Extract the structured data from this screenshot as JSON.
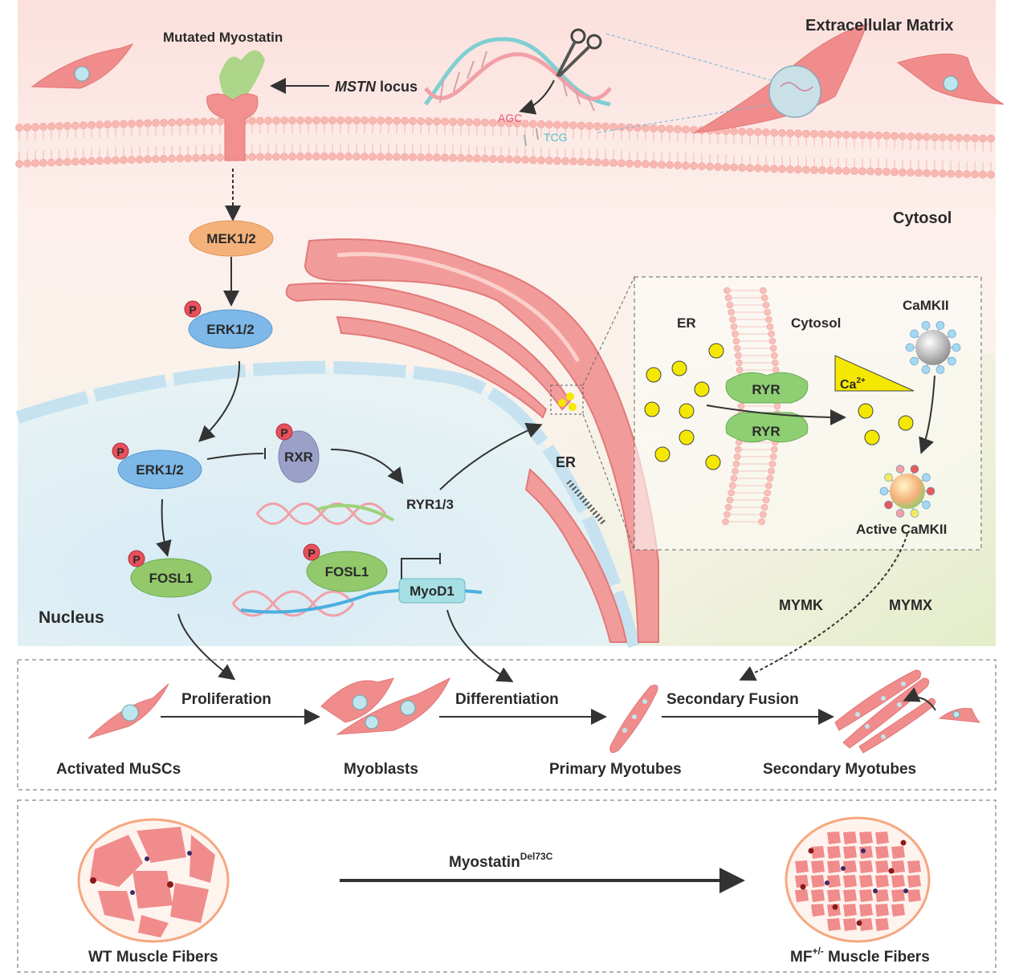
{
  "regions": {
    "extracellular": "Extracellular Matrix",
    "cytosol": "Cytosol",
    "nucleus": "Nucleus"
  },
  "membrane": {
    "mutated_myostatin": "Mutated Myostatin",
    "mstn_gene": "MSTN",
    "mstn_suffix": " locus",
    "seq_left": "AGC",
    "seq_right": "TCG"
  },
  "pathway": {
    "mek": "MEK1/2",
    "erk_cyto": "ERK1/2",
    "erk_nuc": "ERK1/2",
    "rxr": "RXR",
    "ryr_gene": "RYR1/3",
    "fosl1_a": "FOSL1",
    "fosl1_b": "FOSL1",
    "myod1": "MyoD1",
    "phospho": "P",
    "er_label": "ER"
  },
  "inset": {
    "er": "ER",
    "cytosol": "Cytosol",
    "camkii": "CaMKII",
    "ryr_top": "RYR",
    "ryr_bottom": "RYR",
    "calcium": "Ca",
    "calcium_sup": "2+",
    "active_camkii": "Active CaMKII"
  },
  "fusion_proteins": {
    "mymk": "MYMK",
    "mymx": "MYMX"
  },
  "process": {
    "proliferation": "Proliferation",
    "differentiation": "Differentiation",
    "secondary_fusion": "Secondary Fusion",
    "activated_muscs": "Activated MuSCs",
    "myoblasts": "Myoblasts",
    "primary_myotubes": "Primary Myotubes",
    "secondary_myotubes": "Secondary Myotubes"
  },
  "fibers": {
    "arrow_label": "Myostatin",
    "arrow_sup": "Del73C",
    "wt": "WT Muscle Fibers",
    "mf_prefix": "MF",
    "mf_sup": "+/-",
    "mf_suffix": " Muscle Fibers"
  },
  "colors": {
    "cell": "#f08c8c",
    "membrane": "#f4a4a4",
    "mek": "#f4b27a",
    "erk": "#7db8e8",
    "fosl1": "#93c96a",
    "rxr": "#9aa0c8",
    "myod1": "#a6e0e4",
    "ryr": "#8ecf74",
    "calcium": "#f5e800",
    "phospho": "#e8505b"
  }
}
